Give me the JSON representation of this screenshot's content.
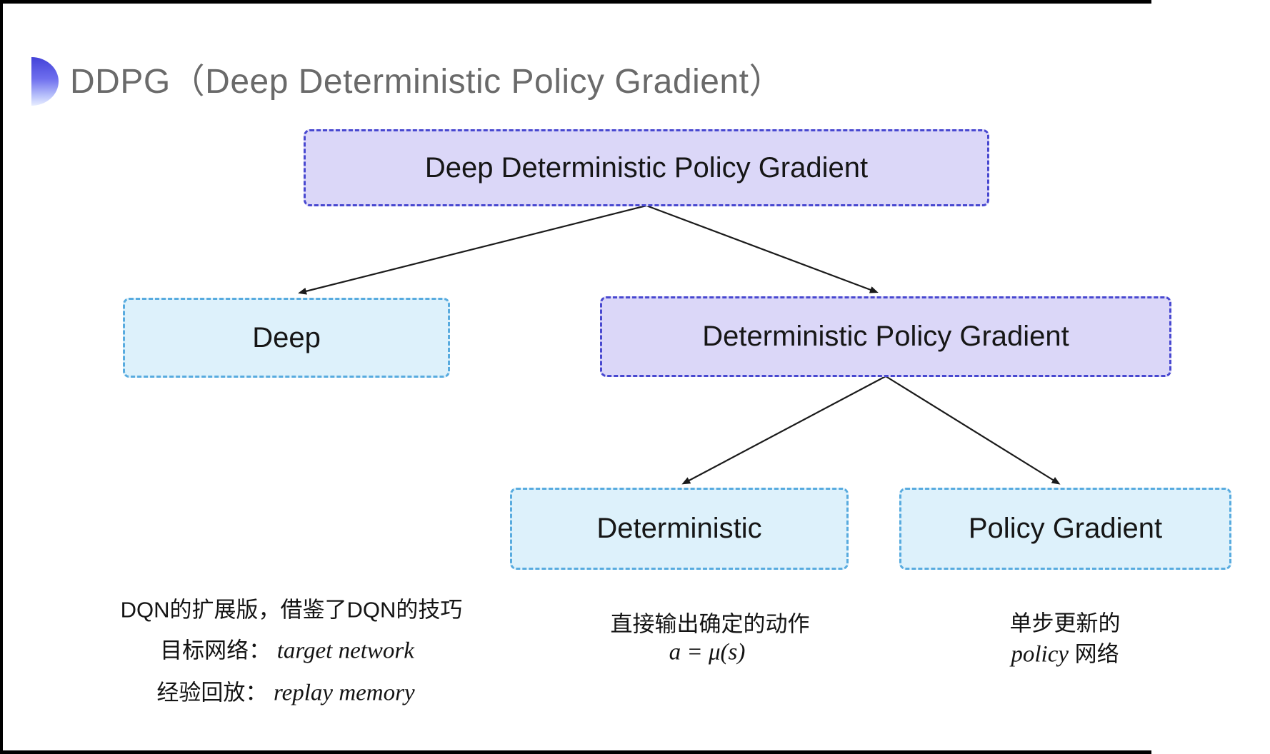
{
  "header": {
    "title": "DDPG（Deep Deterministic Policy Gradient）"
  },
  "tree": {
    "root": {
      "label": "Deep Deterministic Policy Gradient"
    },
    "children": [
      {
        "label": "Deep"
      },
      {
        "label": "Deterministic Policy Gradient"
      }
    ],
    "grandchildren": [
      {
        "label": "Deterministic"
      },
      {
        "label": "Policy Gradient"
      }
    ],
    "edges": [
      "root->deep",
      "root->deterministic-policy-gradient",
      "deterministic-policy-gradient->deterministic",
      "deterministic-policy-gradient->policy-gradient"
    ]
  },
  "notes": {
    "deep": {
      "line1": "DQN的扩展版，借鉴了DQN的技巧",
      "line2_label": "目标网络：",
      "line2_term": "target network",
      "line3_label": "经验回放：",
      "line3_term": "replay memory"
    },
    "deterministic": {
      "line1": "直接输出确定的动作",
      "formula": "a = μ(s)"
    },
    "policy_gradient": {
      "line1": "单步更新的",
      "line2_term": "policy",
      "line2_label": " 网络"
    }
  },
  "colors": {
    "lavender_fill": "#dbd7f8",
    "lavender_border": "#4848d0",
    "cyan_fill": "#ddf1fb",
    "cyan_border": "#58abdf",
    "title_gray": "#6a6a6a",
    "arrow_black": "#1b1b1b",
    "bullet_gradient_top": "#4342d8",
    "bullet_gradient_bottom": "#e8edff"
  }
}
